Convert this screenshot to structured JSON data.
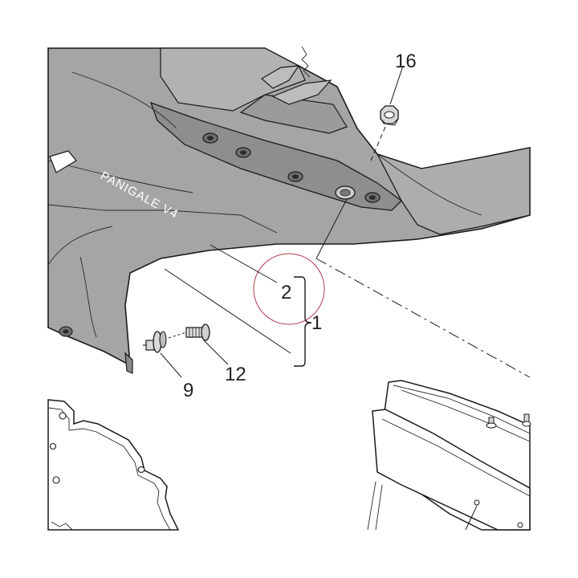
{
  "diagram": {
    "brand_text": "PANIGALE V4",
    "callouts": {
      "c1": "1",
      "c2": "2",
      "c9": "9",
      "c12": "12",
      "c16": "16"
    },
    "colors": {
      "body_fill": "#a5a5a5",
      "body_dark": "#8f8f8f",
      "background": "#ffffff",
      "line": "#1a1a1a",
      "highlight_circle": "#b03a4a"
    }
  }
}
